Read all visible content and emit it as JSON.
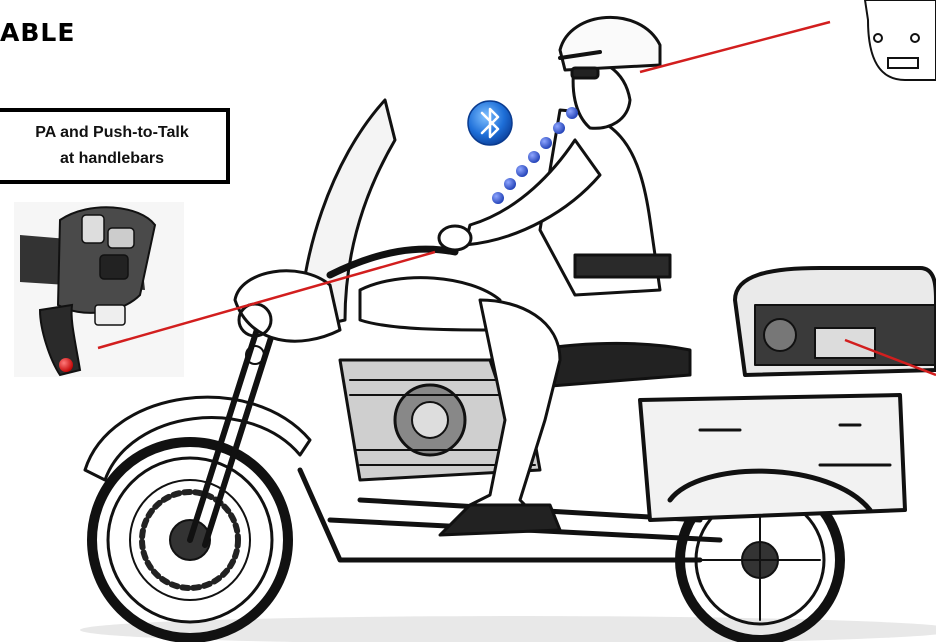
{
  "header": {
    "title_fragment": "ABLE"
  },
  "callout": {
    "line1": "PA and Push-to-Talk",
    "line2": "at handlebars"
  },
  "colors": {
    "leader_line": "#d21e1e",
    "ptt_button": "#e00000",
    "bluetooth_blue": "#1e6fd8",
    "signal_dot": "#1f3fb5"
  },
  "icons": {
    "bluetooth": "bluetooth-icon",
    "ptt": "push-to-talk-button"
  }
}
